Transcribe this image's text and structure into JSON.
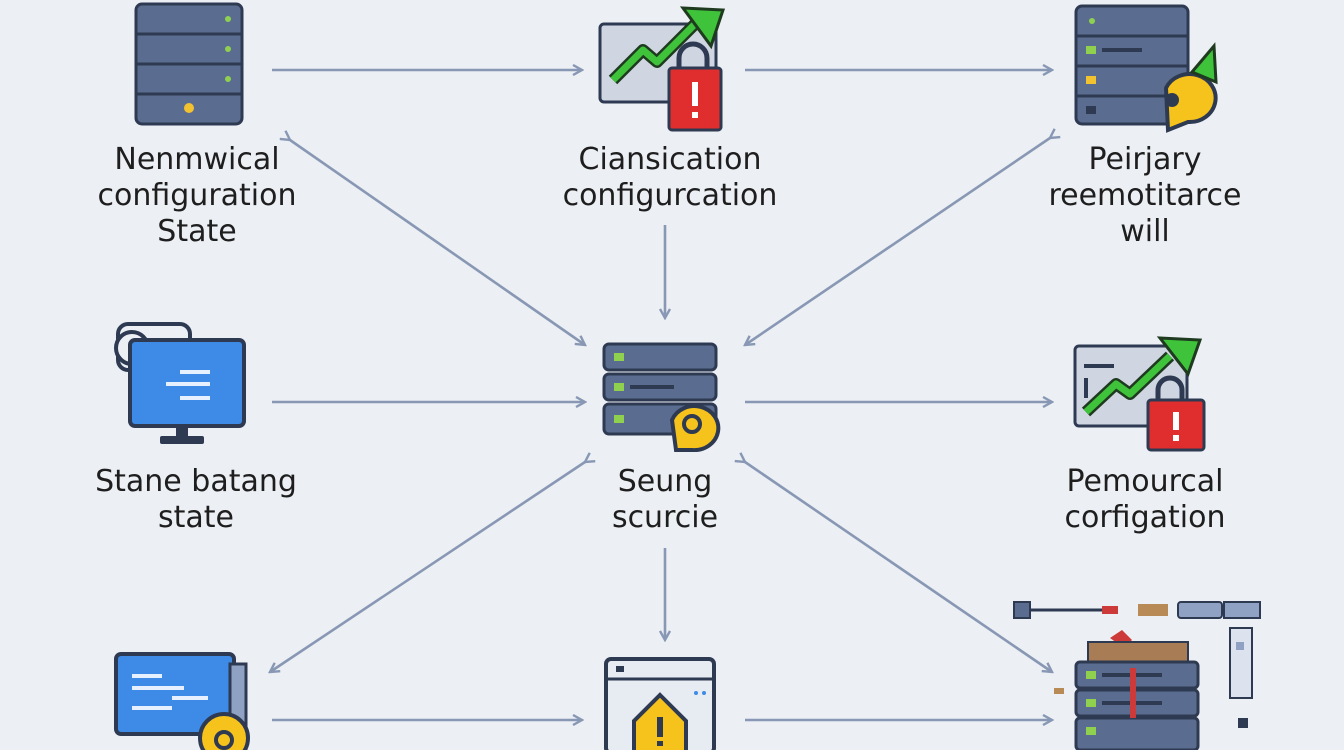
{
  "colors": {
    "background": "#eceff4",
    "server_body": "#5a6c8f",
    "server_dark": "#2e3a52",
    "led_green": "#8fd14f",
    "led_yellow": "#f2c230",
    "monitor_blue": "#3d8be6",
    "arrow_green": "#3fc33a",
    "lock_red": "#e02e2e",
    "warning_yellow": "#f6c21c",
    "arrow_line": "#8898b4"
  },
  "nodes": {
    "top_left": {
      "lines": [
        "Nenmwical",
        "configuration",
        "State"
      ],
      "icon": "server-stack-icon"
    },
    "top_center": {
      "lines": [
        "Ciansication",
        "configurcation"
      ],
      "icon": "growth-chart-lock-icon"
    },
    "top_right": {
      "lines": [
        "Peirjary",
        "reemotitarce",
        "will"
      ],
      "icon": "server-shield-icon"
    },
    "mid_left": {
      "lines": [
        "Stane batang",
        "state"
      ],
      "icon": "monitor-code-icon"
    },
    "center": {
      "lines": [
        "Seung",
        "scurcie"
      ],
      "icon": "server-shield-icon"
    },
    "mid_right": {
      "lines": [
        "Pemourcal",
        "corfigation"
      ],
      "icon": "growth-chart-lock-icon"
    },
    "bottom_left": {
      "icon": "monitor-shield-icon"
    },
    "bottom_center": {
      "icon": "window-warning-icon"
    },
    "bottom_right": {
      "icon": "server-rack-network-icon"
    }
  },
  "edges": [
    {
      "from": "top_left",
      "to": "top_center",
      "direction": "forward"
    },
    {
      "from": "top_center",
      "to": "top_right",
      "direction": "forward"
    },
    {
      "from": "top_left",
      "to": "center",
      "direction": "both"
    },
    {
      "from": "top_center",
      "to": "center",
      "direction": "forward"
    },
    {
      "from": "top_right",
      "to": "center",
      "direction": "both"
    },
    {
      "from": "mid_left",
      "to": "center",
      "direction": "forward"
    },
    {
      "from": "center",
      "to": "mid_right",
      "direction": "forward"
    },
    {
      "from": "center",
      "to": "bottom_left",
      "direction": "both"
    },
    {
      "from": "center",
      "to": "bottom_center",
      "direction": "forward"
    },
    {
      "from": "center",
      "to": "bottom_right",
      "direction": "both"
    },
    {
      "from": "bottom_left",
      "to": "bottom_center",
      "direction": "forward"
    },
    {
      "from": "bottom_center",
      "to": "bottom_right",
      "direction": "forward"
    }
  ]
}
